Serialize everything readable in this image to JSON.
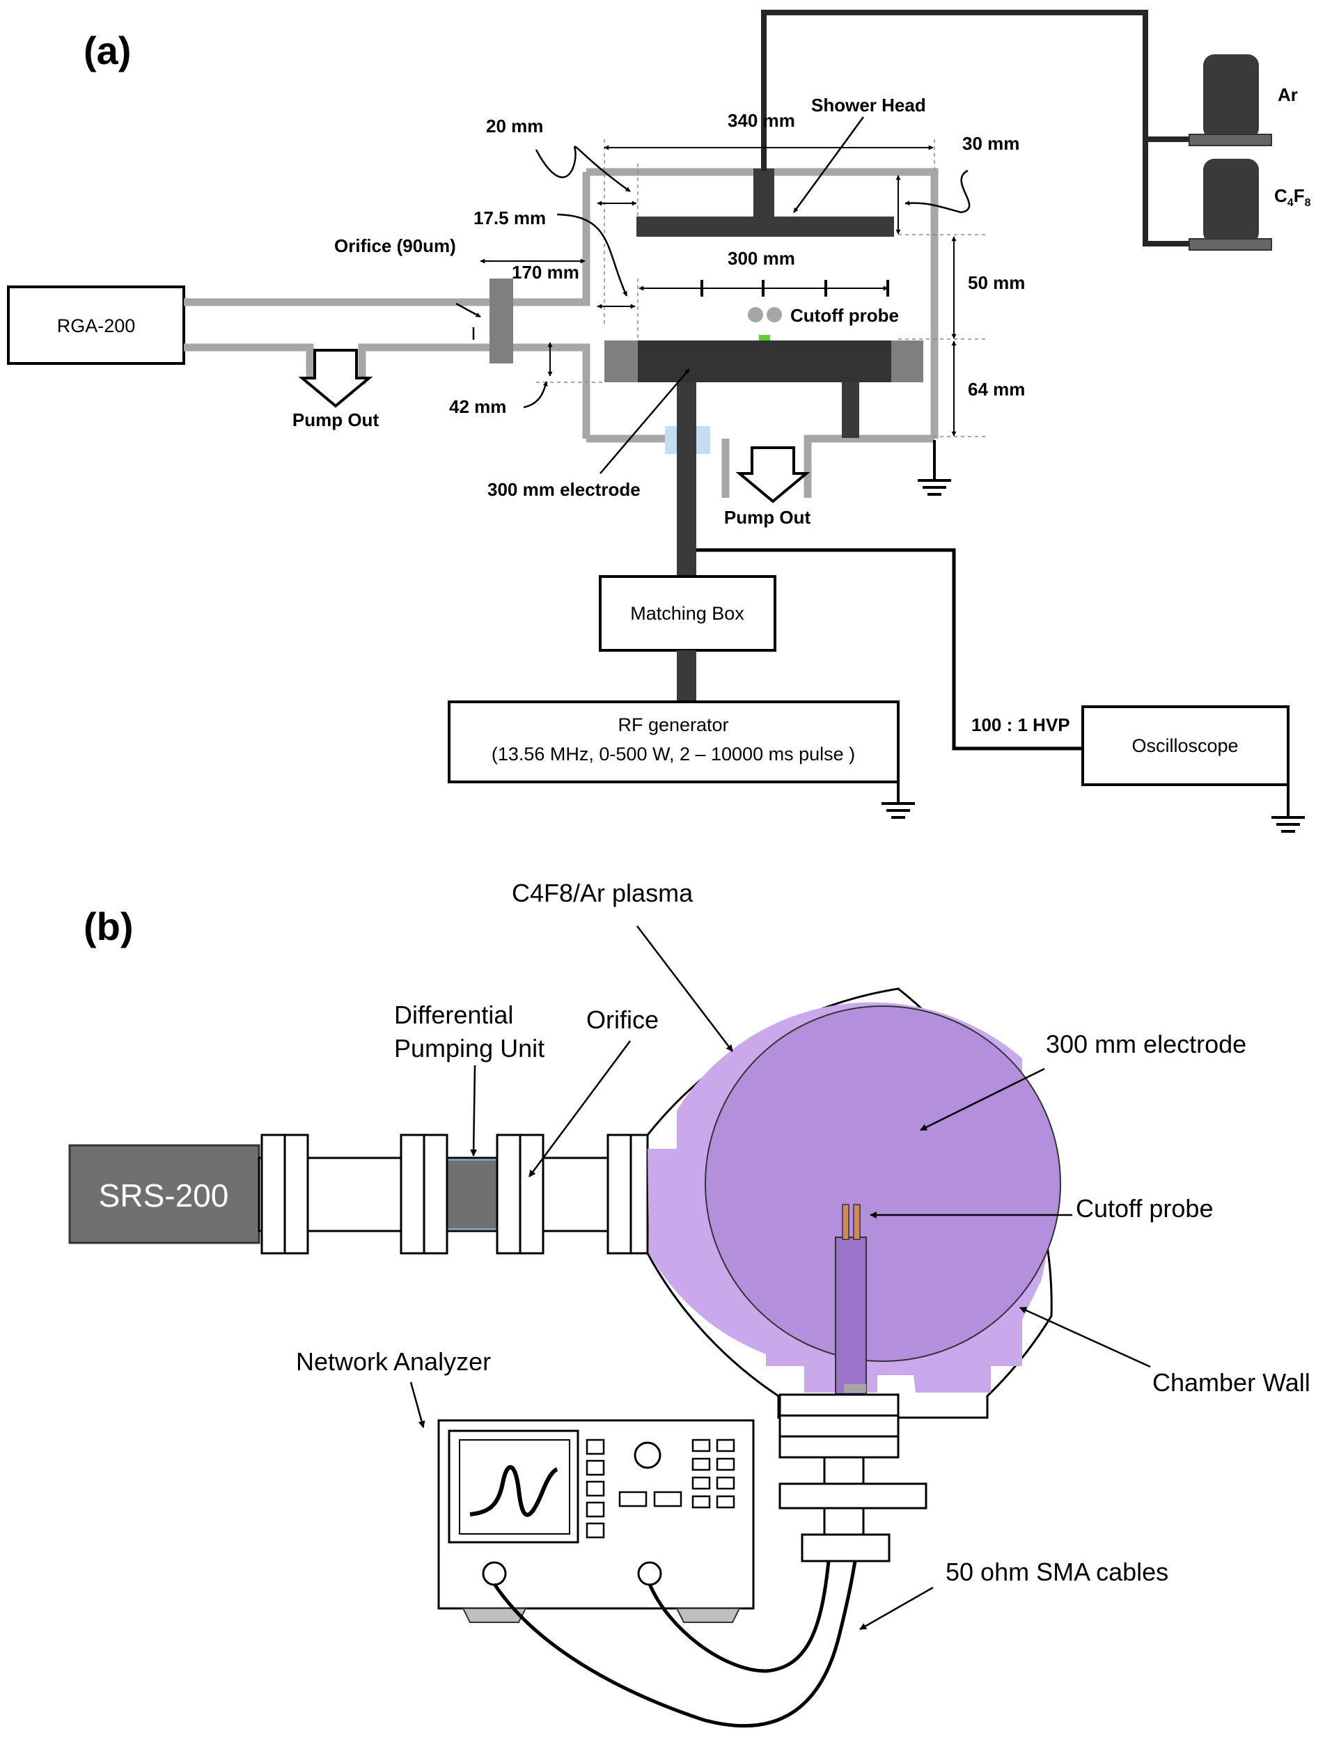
{
  "panel_a": {
    "label": "(a)",
    "rga": "RGA-200",
    "pump_out_left": "Pump Out",
    "pump_out_right": "Pump Out",
    "orifice": "Orifice (90um)",
    "dim_170": "170 mm",
    "dim_20": "20 mm",
    "dim_17_5": "17.5 mm",
    "dim_340": "340 mm",
    "shower_head": "Shower Head",
    "dim_30": "30 mm",
    "dim_300": "300 mm",
    "dim_50": "50 mm",
    "cutoff_probe": "Cutoff probe",
    "dim_64": "64 mm",
    "dim_42": "42 mm",
    "electrode": "300 mm electrode",
    "gas_ar": "Ar",
    "gas_c4f8_main": "C",
    "gas_c4f8_sub1": "4",
    "gas_c4f8_mid": "F",
    "gas_c4f8_sub2": "8",
    "matching_box": "Matching Box",
    "rf_line1": "RF generator",
    "rf_line2": "(13.56 MHz, 0-500 W, 2 – 10000 ms pulse )",
    "hvp": "100 : 1 HVP",
    "oscilloscope": "Oscilloscope"
  },
  "panel_b": {
    "label": "(b)",
    "plasma": "C4F8/Ar plasma",
    "diff_line1": "Differential",
    "diff_line2": "Pumping Unit",
    "orifice": "Orifice",
    "electrode": "300 mm electrode",
    "srs": "SRS-200",
    "cutoff_probe": "Cutoff probe",
    "chamber_wall": "Chamber Wall",
    "network_analyzer": "Network Analyzer",
    "cables": "50 ohm SMA cables"
  },
  "colors": {
    "wall_gray": "#a6a6a6",
    "dark_gray": "#3a3a3a",
    "plasma_light": "#c9a8eb",
    "plasma_electrode": "#b48fdc",
    "viewport_blue": "#c6dcef",
    "probe_green": "#66cc33"
  }
}
